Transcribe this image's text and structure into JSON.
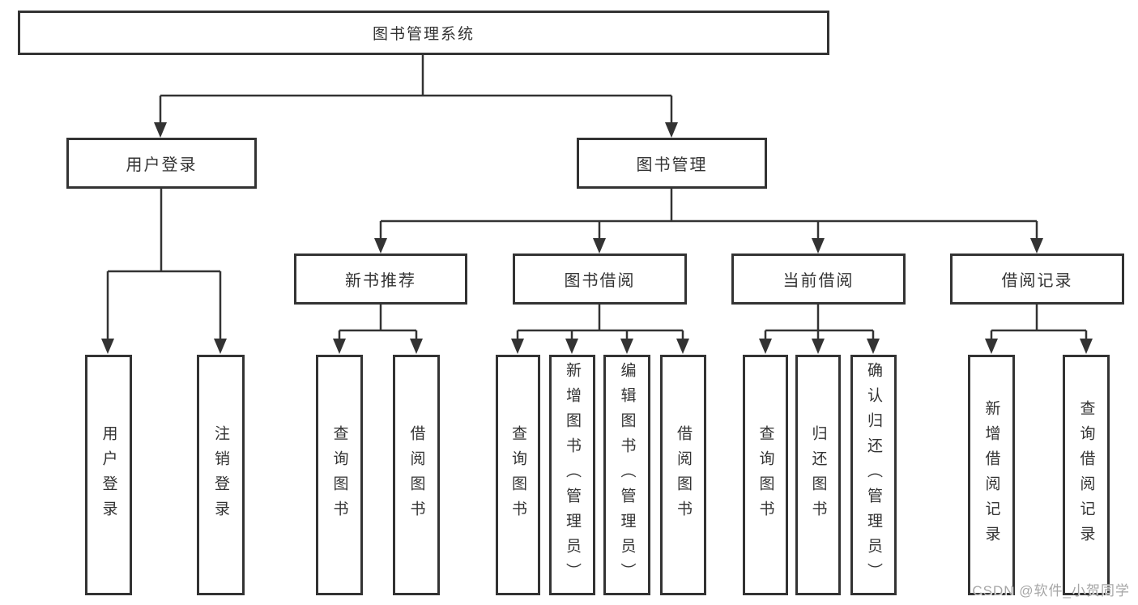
{
  "diagram": {
    "title": "图书管理系统",
    "watermark": "CSDN @软件_小贺同学",
    "colors": {
      "line": "#333333",
      "box_border": "#333333",
      "box_fill": "#ffffff",
      "text": "#333333",
      "watermark": "#a6a6a6",
      "background": "#ffffff"
    },
    "tree": {
      "root": {
        "label": "图书管理系统",
        "children": [
          {
            "label": "用户登录",
            "children": [
              {
                "label": "用户登录"
              },
              {
                "label": "注销登录"
              }
            ]
          },
          {
            "label": "图书管理",
            "children": [
              {
                "label": "新书推荐",
                "children": [
                  {
                    "label": "查询图书"
                  },
                  {
                    "label": "借阅图书"
                  }
                ]
              },
              {
                "label": "图书借阅",
                "children": [
                  {
                    "label": "查询图书"
                  },
                  {
                    "label": "新增图书（管理员）"
                  },
                  {
                    "label": "编辑图书（管理员）"
                  },
                  {
                    "label": "借阅图书"
                  }
                ]
              },
              {
                "label": "当前借阅",
                "children": [
                  {
                    "label": "查询图书"
                  },
                  {
                    "label": "归还图书"
                  },
                  {
                    "label": "确认归还（管理员）"
                  }
                ]
              },
              {
                "label": "借阅记录",
                "children": [
                  {
                    "label": "新增借阅记录"
                  },
                  {
                    "label": "查询借阅记录"
                  }
                ]
              }
            ]
          }
        ]
      }
    }
  }
}
